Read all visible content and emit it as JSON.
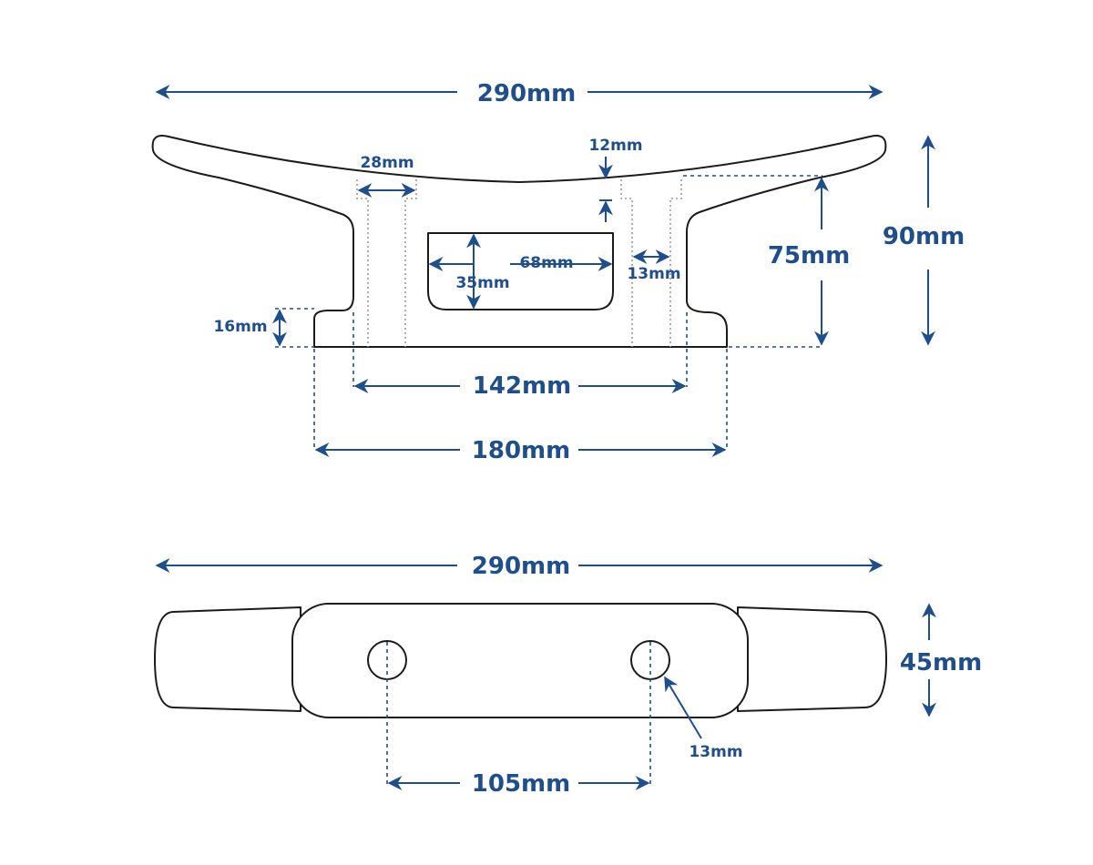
{
  "colors": {
    "dimension": "#1f4e8c",
    "outline": "#1b1b1b",
    "hidden": "#9a9a9a"
  },
  "side_view": {
    "overall_length": "290mm",
    "total_height": "90mm",
    "base_height": "75mm",
    "base_thickness": "16mm",
    "slot_width": "28mm",
    "top_gap": "12mm",
    "bolt_diameter": "13mm",
    "window_width": "68mm",
    "window_height": "35mm",
    "post_spacing": "142mm",
    "base_length": "180mm"
  },
  "top_view": {
    "overall_length": "290mm",
    "width": "45mm",
    "hole_spacing": "105mm",
    "hole_diameter": "13mm"
  }
}
